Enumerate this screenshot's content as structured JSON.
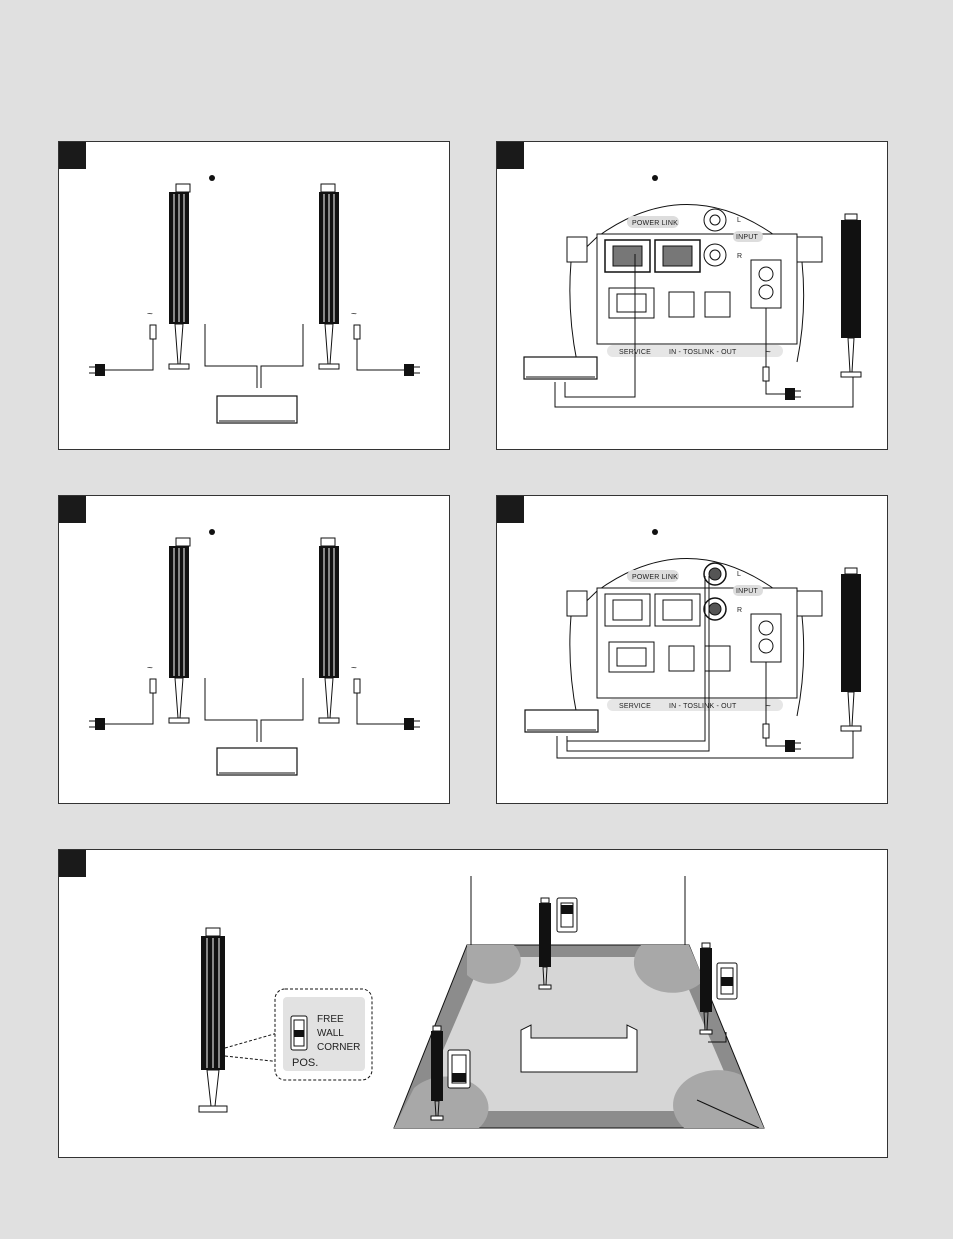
{
  "connector_labels": {
    "power_link": "POWER LINK",
    "input": "INPUT",
    "left": "L",
    "right": "R",
    "service": "SERVICE",
    "tos_link": "IN - TOSLINK - OUT",
    "ac_symbol": "~"
  },
  "position_switch": {
    "options": [
      "FREE",
      "WALL",
      "CORNER"
    ],
    "label": "POS."
  },
  "colors": {
    "background": "#e0e0e0",
    "panel": "#ffffff",
    "speaker": "#1a1a1a",
    "room_floor_dark": "#8c8c8c",
    "room_floor_light": "#d6d6d6",
    "room_corner": "#a8a8a8"
  },
  "icons": [
    "speaker-icon",
    "power-plug-icon",
    "ac-tilde-icon",
    "device-box-icon",
    "sofa-icon",
    "position-switch-icon"
  ]
}
